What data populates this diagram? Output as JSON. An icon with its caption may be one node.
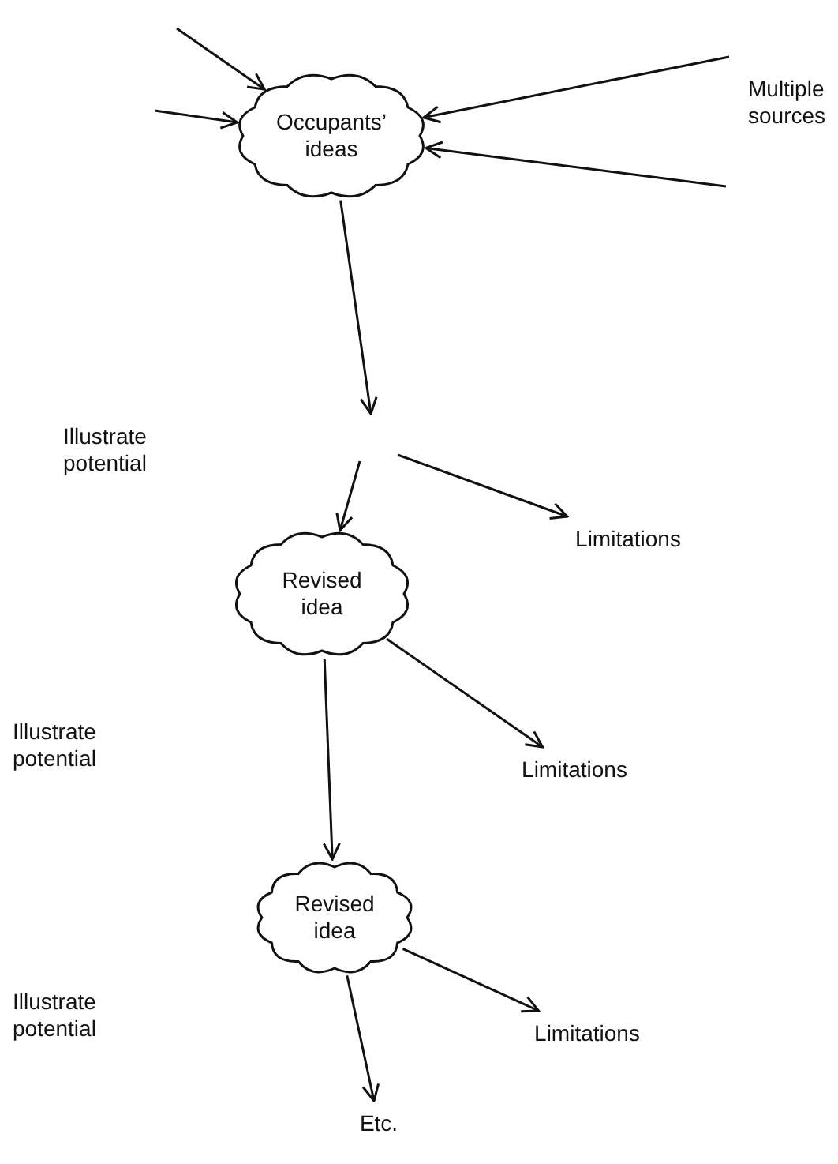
{
  "diagram": {
    "nodes": [
      {
        "text": [
          "Occupants’ ideas"
        ]
      },
      {
        "text": [
          "Limitations"
        ]
      },
      {
        "text": [
          "Revised idea"
        ]
      },
      {
        "text": [
          "Limitations"
        ]
      },
      {
        "text": [
          "Revised idea"
        ]
      },
      {
        "text": [
          "Limitations"
        ]
      },
      {
        "text": [
          "Etc."
        ]
      }
    ],
    "edges": [
      {
        "from": null,
        "to": 0,
        "arrow": "to"
      },
      {
        "from": null,
        "to": 0,
        "arrow": "to"
      },
      {
        "from": null,
        "to": 0,
        "arrow": "to"
      },
      {
        "from": null,
        "to": 0,
        "arrow": "to"
      },
      {
        "from": 0,
        "to": null,
        "arrow": "to"
      },
      {
        "from": null,
        "to": 1,
        "arrow": "to"
      },
      {
        "from": null,
        "to": 2,
        "arrow": "to"
      },
      {
        "from": 2,
        "to": 3,
        "arrow": "to"
      },
      {
        "from": 2,
        "to": 4,
        "arrow": "to"
      },
      {
        "from": 4,
        "to": 5,
        "arrow": "to"
      },
      {
        "from": 4,
        "to": 6,
        "arrow": "to"
      }
    ],
    "labels": [
      "Multiple sources",
      "Illustrate potential",
      "Illustrate potential",
      "Illustrate potential"
    ]
  }
}
